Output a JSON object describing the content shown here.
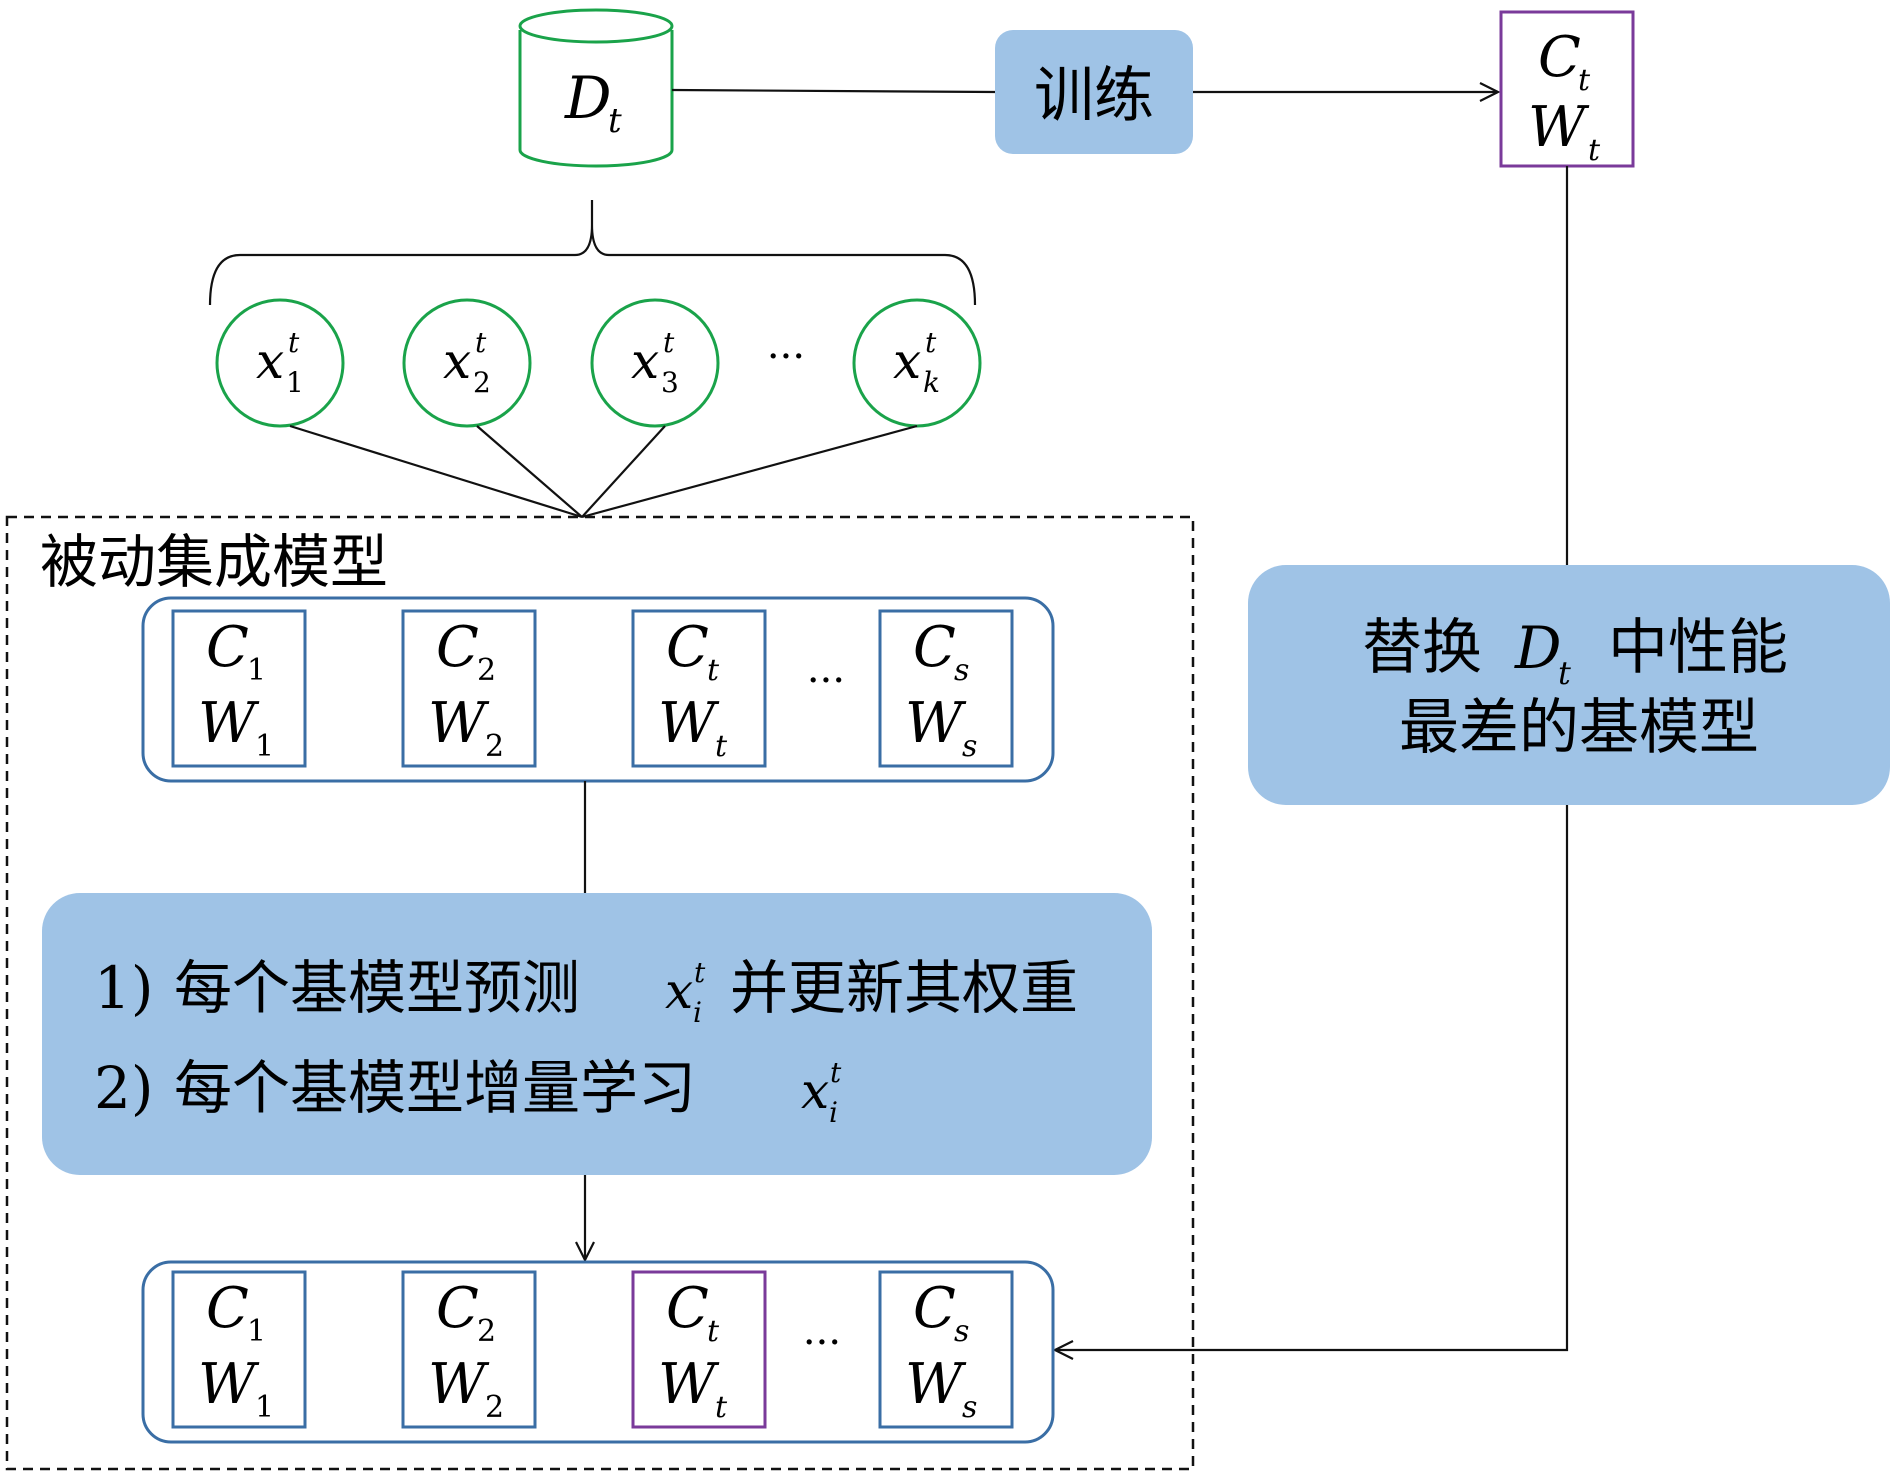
{
  "database": {
    "label": "D",
    "sub": "t"
  },
  "train_box": {
    "label": "训练"
  },
  "new_model": {
    "c": "C",
    "c_sub": "t",
    "w": "W",
    "w_sub": "t"
  },
  "replace_box": {
    "line1_pre": "替换",
    "line1_var": "D",
    "line1_sub": "t",
    "line1_post": "中性能",
    "line2": "最差的基模型"
  },
  "samples": [
    {
      "var": "x",
      "sup": "t",
      "sub": "1"
    },
    {
      "var": "x",
      "sup": "t",
      "sub": "2"
    },
    {
      "var": "x",
      "sup": "t",
      "sub": "3"
    },
    {
      "var": "x",
      "sup": "t",
      "sub": "k"
    }
  ],
  "ellipsis": "···",
  "ensemble": {
    "title": "被动集成模型",
    "models_before": [
      {
        "c_sub": "1",
        "w_sub": "1"
      },
      {
        "c_sub": "2",
        "w_sub": "2"
      },
      {
        "c_sub": "t",
        "w_sub": "t"
      },
      {
        "c_sub": "s",
        "w_sub": "s"
      }
    ],
    "models_after": [
      {
        "c_sub": "1",
        "w_sub": "1"
      },
      {
        "c_sub": "2",
        "w_sub": "2"
      },
      {
        "c_sub": "t",
        "w_sub": "t"
      },
      {
        "c_sub": "s",
        "w_sub": "s"
      }
    ],
    "model_c": "C",
    "model_w": "W"
  },
  "steps": {
    "step1_num": "1)",
    "step1_text": "每个基模型预测",
    "step1_var": "x",
    "step1_sup": "t",
    "step1_sub": "i",
    "step1_post": "并更新其权重",
    "step2_num": "2)",
    "step2_text": "每个基模型增量学习",
    "step2_var": "x",
    "step2_sup": "t",
    "step2_sub": "i"
  },
  "colors": {
    "green": "#1aa34a",
    "blue_border": "#3a6ea5",
    "purple": "#7a3a9a",
    "fill_blue": "#9fc3e6",
    "line": "#111111"
  }
}
